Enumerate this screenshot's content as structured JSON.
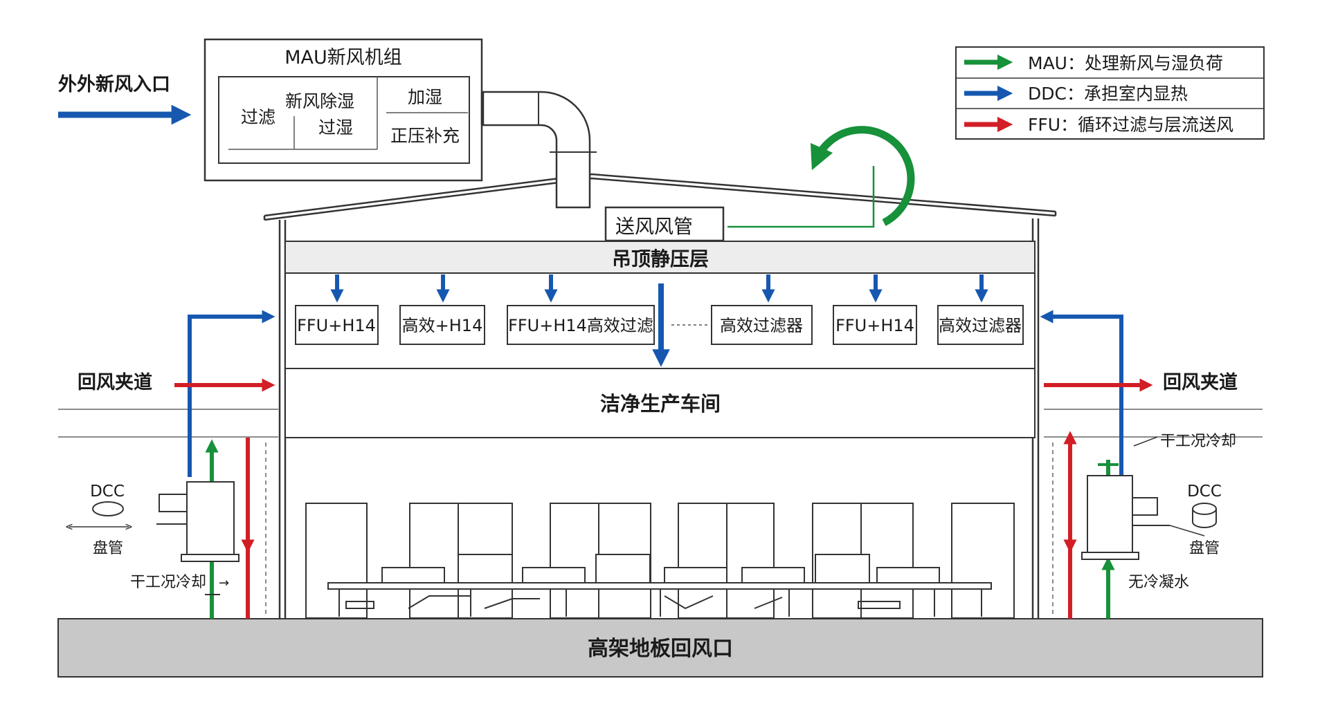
{
  "colors": {
    "mau_green": "#17913a",
    "ddc_blue": "#1658b0",
    "ffu_red": "#d21e26",
    "line": "#333333",
    "floor_gray": "#c8c8c8"
  },
  "legend": [
    {
      "key": "mau",
      "label": "MAU：处理新风与湿负荷",
      "color": "#17913a"
    },
    {
      "key": "ddc",
      "label": "DDC：承担室内显热",
      "color": "#1658b0"
    },
    {
      "key": "ffu",
      "label": "FFU：循环过滤与层流送风",
      "color": "#d21e26"
    }
  ],
  "mau_unit": {
    "title": "MAU新风机组",
    "sections": [
      "过滤",
      "新风除湿",
      "过湿",
      "加湿",
      "正压补充"
    ]
  },
  "outdoor_inlet_label": "外外新风入口",
  "supply_duct_label": "送风风管",
  "plenum_label": "吊顶静压层",
  "filters": [
    "FFU+H14",
    "高效+H14",
    "FFU+H14高效过滤",
    "高效过滤器",
    "FFU+H14",
    "高效过滤器"
  ],
  "cleanroom_label": "洁净生产车间",
  "raised_floor_label": "高架地板回风口",
  "left_side": {
    "return_chase": "回风夹道",
    "dcc": "DCC",
    "coil": "盘管",
    "dry_cooling": "干工况冷却"
  },
  "right_side": {
    "return_chase": "回风夹道",
    "dry_cooling": "干工况冷却",
    "dcc": "DCC",
    "coil": "盘管",
    "no_condensate": "无冷凝水"
  }
}
